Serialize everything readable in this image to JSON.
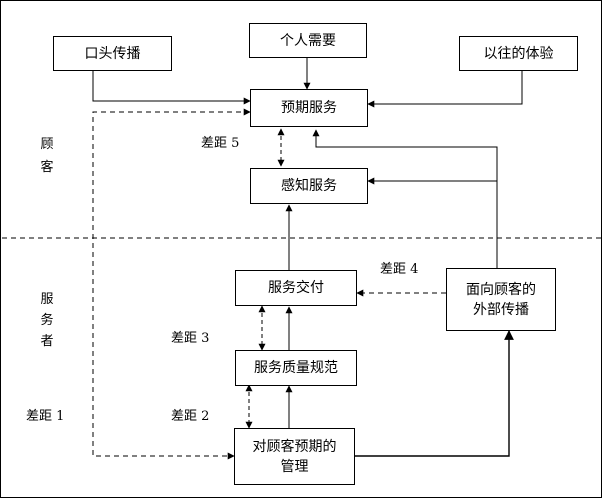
{
  "nodes": {
    "word_of_mouth": "口头传播",
    "personal_needs": "个人需要",
    "past_experience": "以往的体验",
    "expected_service": "预期服务",
    "perceived_service": "感知服务",
    "service_delivery": "服务交付",
    "external_comm": "面向顾客的外部传播",
    "service_quality_spec": "服务质量规范",
    "mgmt_perception": "对顾客预期的管理"
  },
  "zones": {
    "customer": "顾客",
    "provider": "服务者"
  },
  "gaps": {
    "gap1": "差距 1",
    "gap2": "差距 2",
    "gap3": "差距 3",
    "gap4": "差距 4",
    "gap5": "差距 5"
  }
}
